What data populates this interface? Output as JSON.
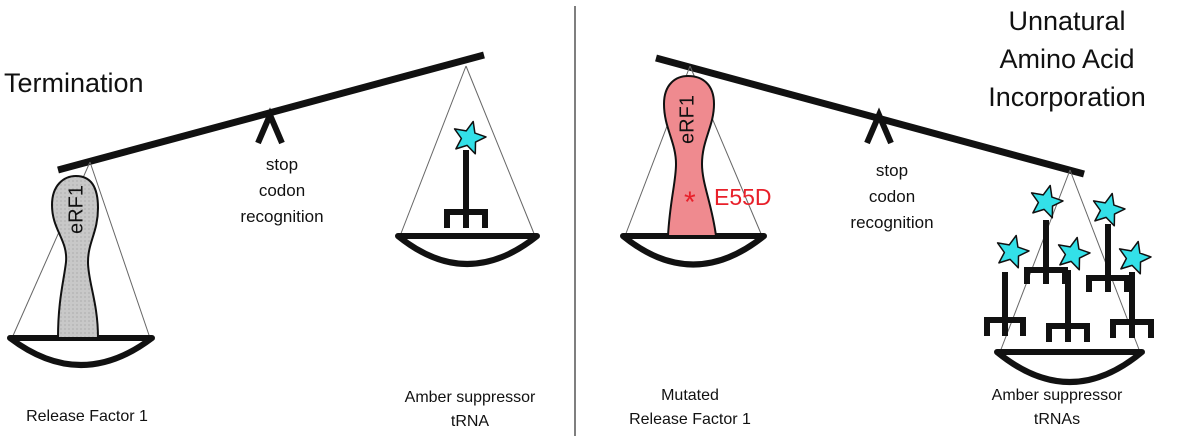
{
  "left_panel": {
    "title": "Termination",
    "fulcrum_label": [
      "stop",
      "codon",
      "recognition"
    ],
    "left_pan": {
      "protein_label": "eRF1",
      "caption": "Release Factor 1"
    },
    "right_pan": {
      "caption": [
        "Amber suppressor",
        "tRNA"
      ]
    }
  },
  "right_panel": {
    "title": [
      "Unnatural",
      "Amino Acid",
      "Incorporation"
    ],
    "fulcrum_label": [
      "stop",
      "codon",
      "recognition"
    ],
    "left_pan": {
      "protein_label": "eRF1",
      "mutation_marker": "*",
      "mutation_label": "E55D",
      "caption": [
        "Mutated",
        "Release Factor 1"
      ]
    },
    "right_pan": {
      "caption": [
        "Amber suppressor",
        "tRNAs"
      ]
    }
  },
  "colors": {
    "wild_type_protein": "#c8c8c8",
    "mutant_protein": "#ef8a8f",
    "mutation_text": "#e8202a",
    "star": "#33e0e8",
    "ink": "#111111"
  }
}
